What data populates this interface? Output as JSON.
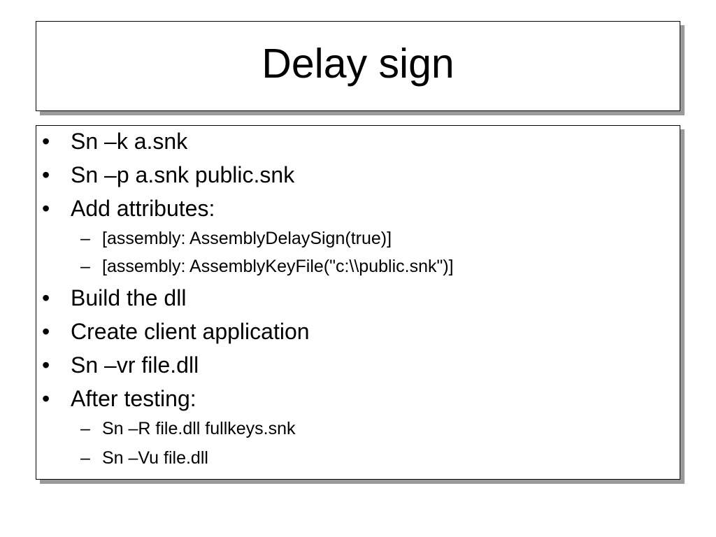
{
  "slide": {
    "title": "Delay sign",
    "bullet_symbol": "•",
    "sub_bullet_symbol": "–",
    "items": [
      {
        "level": 1,
        "text": "Sn –k a.snk"
      },
      {
        "level": 1,
        "text": "Sn –p a.snk public.snk"
      },
      {
        "level": 1,
        "text": "Add attributes:"
      },
      {
        "level": 2,
        "text": "[assembly: AssemblyDelaySign(true)]"
      },
      {
        "level": 2,
        "text": "[assembly: AssemblyKeyFile(\"c:\\\\public.snk\")]"
      },
      {
        "level": 1,
        "text": "Build the dll"
      },
      {
        "level": 1,
        "text": "Create client application"
      },
      {
        "level": 1,
        "text": "Sn –vr file.dll"
      },
      {
        "level": 1,
        "text": "After testing:"
      },
      {
        "level": 2,
        "text": "Sn –R file.dll fullkeys.snk"
      },
      {
        "level": 2,
        "text": "Sn –Vu file.dll"
      }
    ]
  }
}
